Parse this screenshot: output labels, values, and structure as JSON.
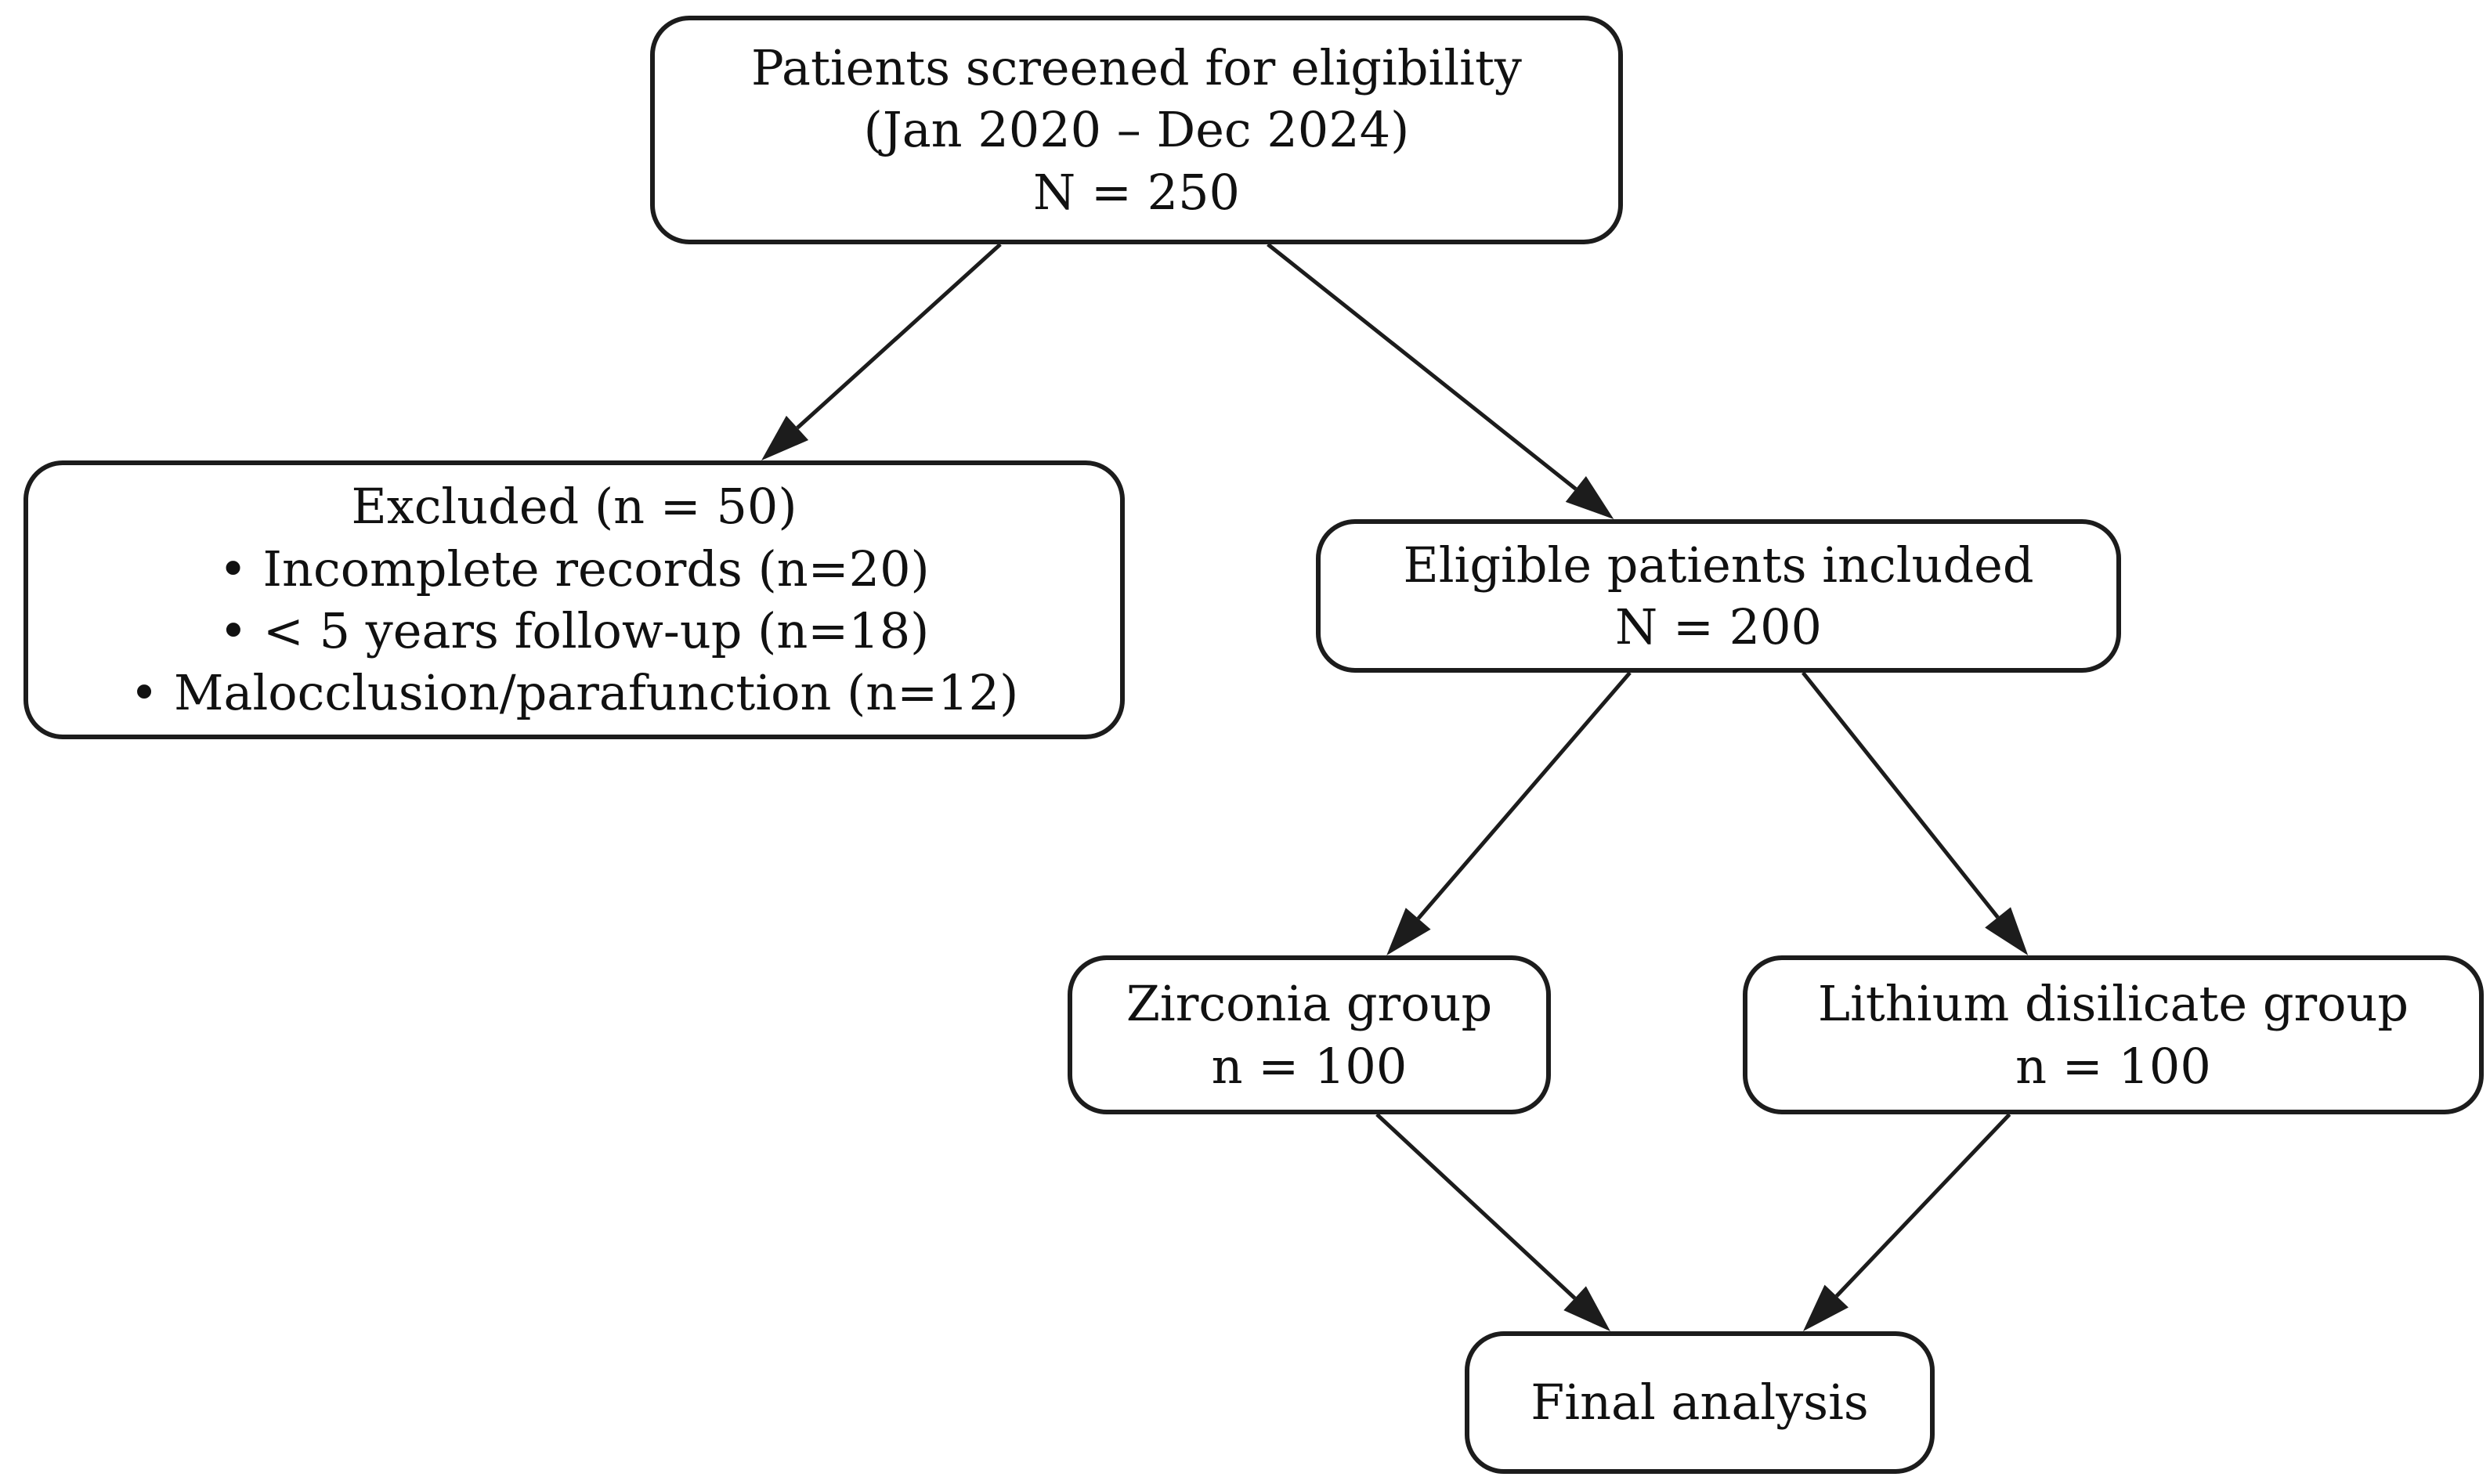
{
  "diagram": {
    "colors": {
      "background": "#ffffff",
      "node_fill": "#ffffff",
      "stroke": "#1c1c1c",
      "text": "#111111"
    },
    "nodes": {
      "screened": {
        "lines": [
          "Patients screened for eligibility",
          "(Jan 2020 – Dec 2024)",
          "N = 250"
        ]
      },
      "excluded": {
        "lines": [
          "Excluded (n = 50)",
          "• Incomplete records (n=20)",
          "• < 5 years follow-up (n=18)",
          "• Malocclusion/parafunction (n=12)"
        ]
      },
      "eligible": {
        "lines": [
          "Eligible patients included",
          "N = 200"
        ]
      },
      "zirconia": {
        "lines": [
          "Zirconia group",
          "n = 100"
        ]
      },
      "lithium": {
        "lines": [
          "Lithium disilicate group",
          "n = 100"
        ]
      },
      "final": {
        "lines": [
          "Final analysis"
        ]
      }
    },
    "edges": [
      {
        "from": "screened",
        "to": "excluded"
      },
      {
        "from": "screened",
        "to": "eligible"
      },
      {
        "from": "eligible",
        "to": "zirconia"
      },
      {
        "from": "eligible",
        "to": "lithium"
      },
      {
        "from": "zirconia",
        "to": "final"
      },
      {
        "from": "lithium",
        "to": "final"
      }
    ]
  }
}
